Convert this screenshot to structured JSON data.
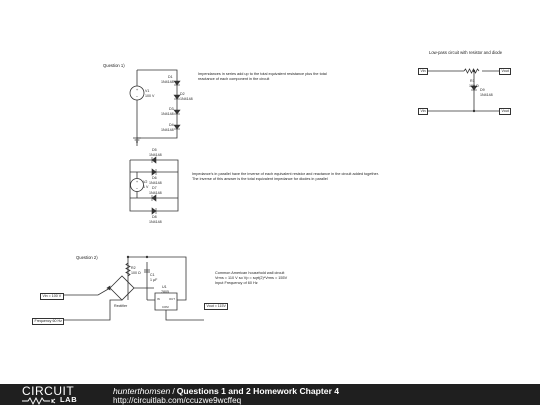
{
  "circuit1": {
    "section_label": "Question 1)",
    "source_name": "V1",
    "source_value": "100 V",
    "d1": "D1",
    "d1_part": "1N4148",
    "d2": "D2",
    "d2_part": "1N4148",
    "d3": "D3",
    "d3_part": "1N4148",
    "d4": "D4",
    "d4_part": "1N4148",
    "note": "Impendances in series add up to the total equivalent resistance plus the total\nreactance of each component in the circuit"
  },
  "circuit2": {
    "d5": "D5",
    "d5_part": "1N4148",
    "d6": "D6",
    "d6_part": "1N4148",
    "d7": "D7",
    "d7_part": "1N4148",
    "d8": "D8",
    "d8_part": "1N4148",
    "source_name": "V2",
    "source_value": "1 V",
    "note": "Impedance's in parallel have the inverse of each equivalent resistor and reactance in the circuit added together.\nThe inverse of this answer is the total equivalent impedance for diodes in parallel"
  },
  "circuit3": {
    "title": "Low-pass circuit with resistor and diode",
    "vin": "Vin",
    "vout_top": "Vout",
    "r_name": "R1",
    "r_value": "100 Ω",
    "d_name": "D9",
    "d_part": "1N4148",
    "vin_bottom": "Vin",
    "vout_bottom": "Vout"
  },
  "circuit4": {
    "section_label": "Question 2)",
    "vin_label": "Vin = 100 V",
    "freq_label": "Frequency 60 Hz",
    "r_name": "R2",
    "r_value": "100 Ω",
    "c_name": "C1",
    "c_value": "1 µF",
    "u_name": "U1",
    "u_part": "7805",
    "pin_in": "IN",
    "pin_out": "OUT",
    "pin_com": "COM",
    "rectifier": "Rectifier",
    "vout_label": "Vout = 115V",
    "note": "Common American household wall circuit\nVrms = 110 V so Vp = sqrt(2)*Vrms = 155V\nInput Frequency of 60 Hz"
  },
  "footer": {
    "logo_top": "CIRCUIT",
    "logo_bottom": "LAB",
    "author": "hunterthomsen",
    "separator": "/",
    "title": "Questions 1 and 2 Homework Chapter 4",
    "url": "http://circuitlab.com/ccuzwe9wcffeq"
  }
}
